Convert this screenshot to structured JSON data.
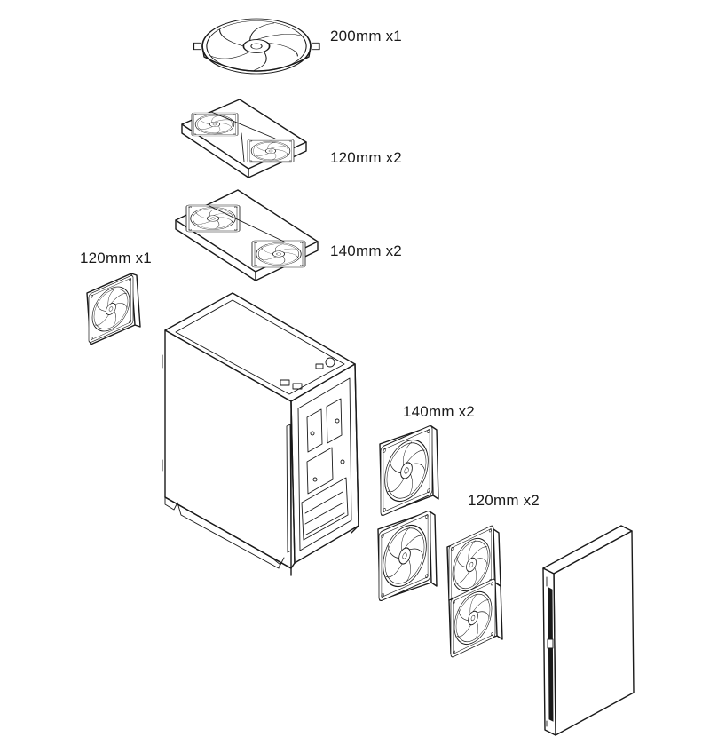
{
  "labels": {
    "top_200mm": "200mm x1",
    "top_120mm": "120mm x2",
    "top_140mm": "140mm x2",
    "rear_120mm": "120mm x1",
    "front_140mm": "140mm x2",
    "front_120mm": "120mm x2"
  }
}
